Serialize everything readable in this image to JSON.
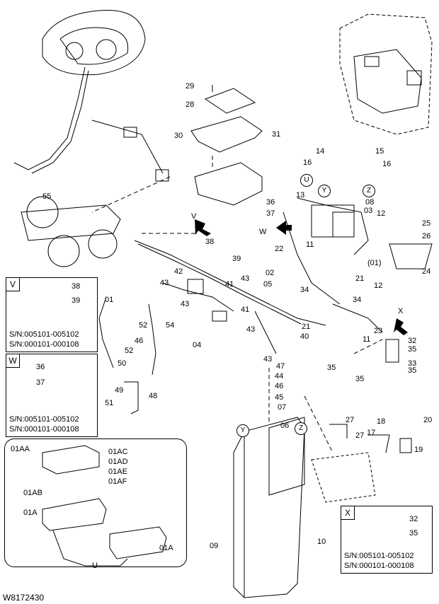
{
  "drawing_code": "W8172430",
  "views": {
    "V": {
      "tag": "V",
      "parts": [
        "38",
        "39"
      ],
      "sn": [
        "S/N:005101-005102",
        "S/N:000101-000108"
      ]
    },
    "W": {
      "tag": "W",
      "parts": [
        "36",
        "37"
      ],
      "sn": [
        "S/N:005101-005102",
        "S/N:000101-000108"
      ]
    },
    "X": {
      "tag": "X",
      "parts": [
        "32",
        "35"
      ],
      "sn": [
        "S/N:005101-005102",
        "S/N:000101-000108"
      ]
    },
    "U": {
      "tag": "U",
      "parts": [
        "01AA",
        "01AC",
        "01AD",
        "01AE",
        "01AF",
        "01AB",
        "01A",
        "01A"
      ]
    }
  },
  "callouts": [
    "29",
    "28",
    "30",
    "31",
    "14",
    "15",
    "16",
    "16",
    "55",
    "13",
    "36",
    "37",
    "08",
    "03",
    "12",
    "25",
    "26",
    "V",
    "38",
    "39",
    "W",
    "22",
    "11",
    "02",
    "(01)",
    "24",
    "42",
    "43",
    "41",
    "43",
    "05",
    "34",
    "21",
    "12",
    "01",
    "43",
    "52",
    "54",
    "41",
    "43",
    "21",
    "40",
    "34",
    "23",
    "X",
    "32",
    "35",
    "33",
    "35",
    "46",
    "52",
    "04",
    "11",
    "50",
    "43",
    "47",
    "44",
    "46",
    "45",
    "35",
    "35",
    "51",
    "49",
    "48",
    "07",
    "06",
    "27",
    "27",
    "18",
    "17",
    "20",
    "19",
    "09",
    "10"
  ],
  "reference_circles": [
    "U",
    "Y",
    "Z",
    "Y",
    "Z"
  ]
}
